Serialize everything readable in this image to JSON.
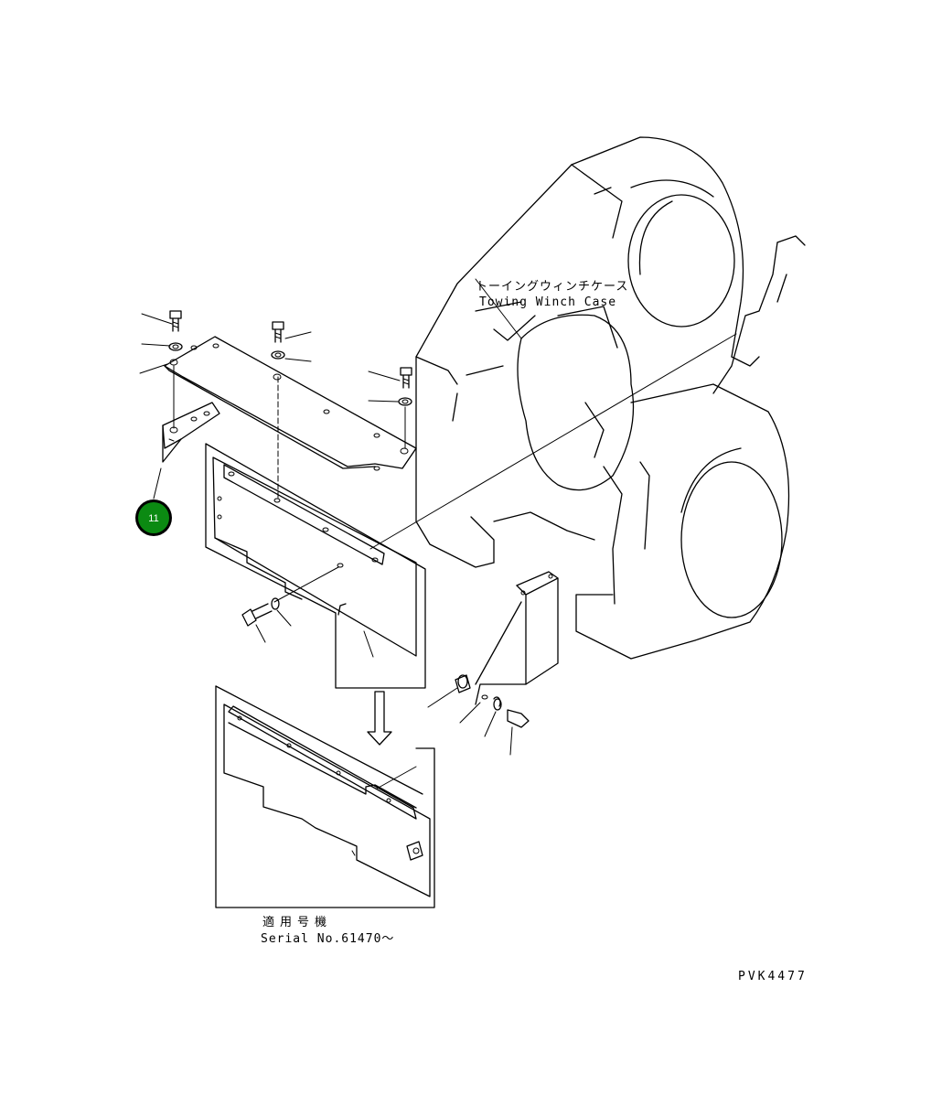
{
  "labels": {
    "case_jp": "トーイングウィンチケース",
    "case_en": "Towing Winch Case",
    "applicable_jp": "適用号機",
    "serial": "Serial No.61470～",
    "drawing_code": "PVK4477"
  },
  "callouts": [
    {
      "number": "11",
      "color": "#0b8a12"
    }
  ],
  "colors": {
    "line": "#000000",
    "background": "#ffffff",
    "callout_fill": "#0b8a12",
    "callout_border": "#000000"
  }
}
